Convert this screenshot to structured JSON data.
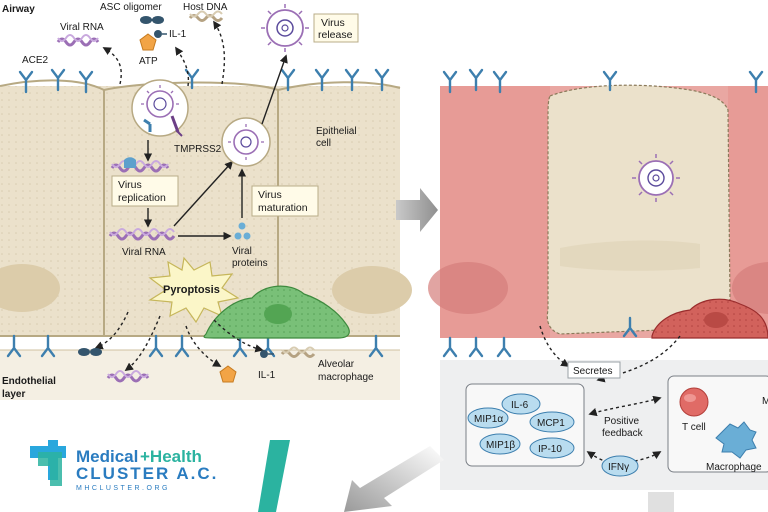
{
  "labels": {
    "airway": "Airway",
    "asc_oligomer": "ASC oligomer",
    "host_dna": "Host DNA",
    "viral_rna_top": "Viral RNA",
    "il1_top": "IL-1",
    "atp": "ATP",
    "ace2": "ACE2",
    "virus_release_1": "Virus",
    "virus_release_2": "release",
    "tmprss2": "TMPRSS2",
    "epithelial_1": "Epithelial",
    "epithelial_2": "cell",
    "virus_replication_1": "Virus",
    "virus_replication_2": "replication",
    "virus_maturation_1": "Virus",
    "virus_maturation_2": "maturation",
    "viral_rna_mid": "Viral RNA",
    "viral_proteins_1": "Viral",
    "viral_proteins_2": "proteins",
    "pyroptosis": "Pyroptosis",
    "alveolar_1": "Alveolar",
    "alveolar_2": "macrophage",
    "endothelial_1": "Endothelial",
    "endothelial_2": "layer",
    "il1_bottom": "IL-1",
    "secretes": "Secretes",
    "positive_1": "Positive",
    "positive_2": "feedback",
    "t_cell": "T cell",
    "macrophage": "Macrophage",
    "m_cut": "M"
  },
  "cytokines": [
    "IL-6",
    "MIP1α",
    "MCP1",
    "MIP1β",
    "IP-10",
    "IFNγ"
  ],
  "logo": {
    "line1a": "Medical",
    "line1b": "+Health",
    "line2": "CLUSTER A.C.",
    "line3": "MHCLUSTER.ORG"
  },
  "colors": {
    "healthy_cell": "#ebe1cb",
    "inflamed_cell": "#e79e98",
    "macrophage": "#79c078",
    "cytokine": "#b9dcef",
    "rna": "#9b6fb5",
    "atp": "#f2a446",
    "receptor": "#3d7fae"
  }
}
